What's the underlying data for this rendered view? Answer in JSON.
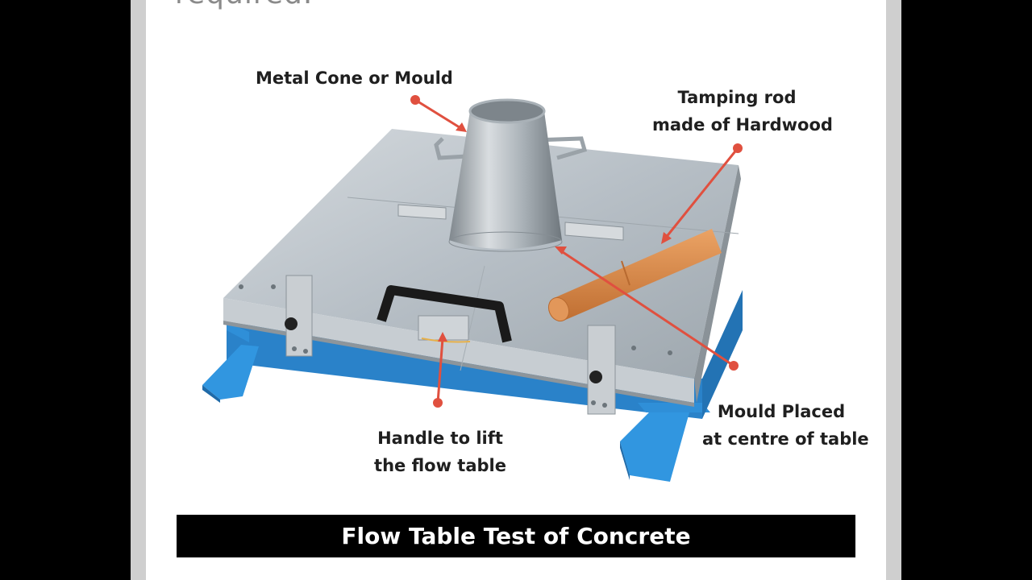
{
  "page": {
    "top_text": "required."
  },
  "labels": {
    "metal_cone": "Metal Cone or Mould",
    "tamping_rod_line1": "Tamping rod",
    "tamping_rod_line2": "made of Hardwood",
    "handle_line1": "Handle to lift",
    "handle_line2": "the flow table",
    "mould_placed_line1": "Mould Placed",
    "mould_placed_line2": "at centre of table"
  },
  "caption": "Flow Table Test of Concrete",
  "colors": {
    "pointer": "#e0503f",
    "base_blue": "#2f8fd8",
    "steel": "#b9c0c6",
    "rod_wood": "#d98a4a",
    "caption_bar": "#000000"
  }
}
